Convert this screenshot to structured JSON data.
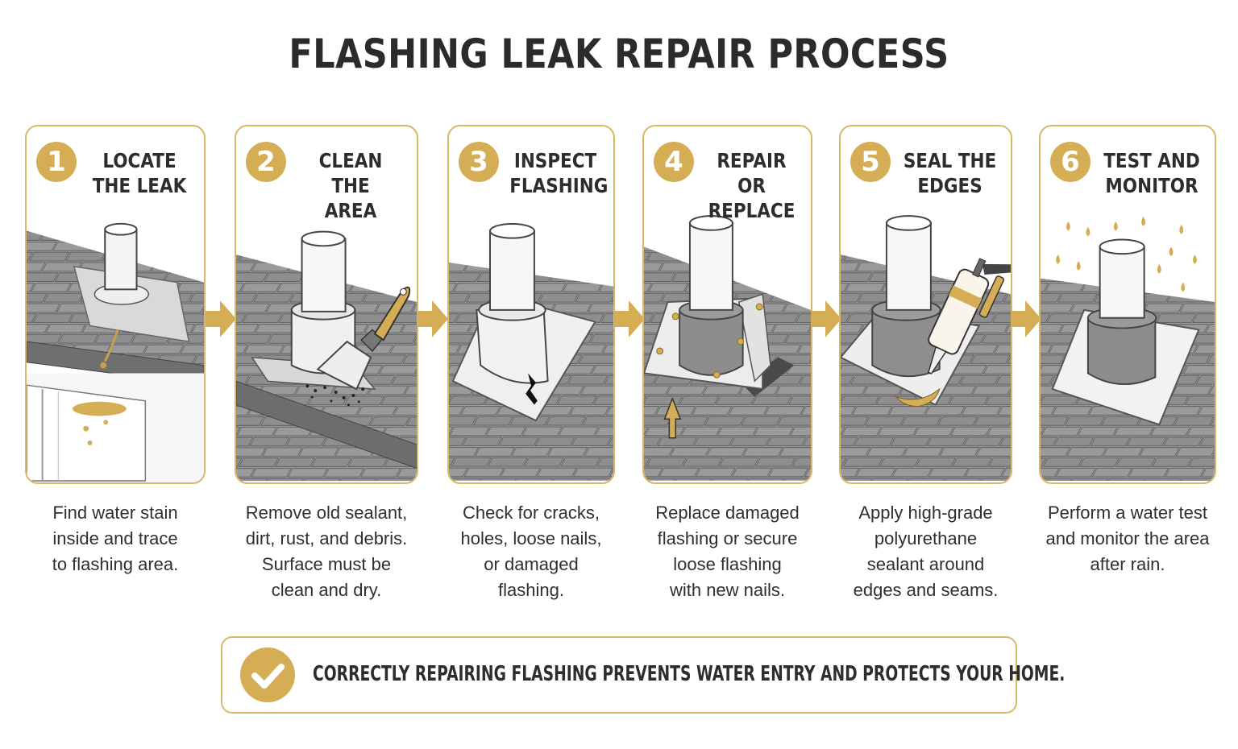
{
  "title": "FLASHING LEAK REPAIR PROCESS",
  "colors": {
    "accent": "#d5ad55",
    "border": "#d9b866",
    "roof_shingle": "#9c9c9c",
    "text": "#2d2d2d"
  },
  "steps": [
    {
      "number": "1",
      "title": "LOCATE\nTHE LEAK",
      "description": "Find water stain\ninside and trace\nto flashing area.",
      "illustration": "pipe-leak-icon"
    },
    {
      "number": "2",
      "title": "CLEAN THE\nAREA",
      "description": "Remove old sealant,\ndirt, rust, and debris.\nSurface must be\nclean and dry.",
      "illustration": "putty-knife-icon"
    },
    {
      "number": "3",
      "title": "INSPECT\nFLASHING",
      "description": "Check for cracks,\nholes, loose nails,\nor damaged\nflashing.",
      "illustration": "cracked-flashing-icon"
    },
    {
      "number": "4",
      "title": "REPAIR OR\nREPLACE",
      "description": "Replace damaged\nflashing or secure\nloose flashing\nwith new nails.",
      "illustration": "nailed-flashing-icon"
    },
    {
      "number": "5",
      "title": "SEAL THE\nEDGES",
      "description": "Apply high-grade\npolyurethane\nsealant around\nedges and seams.",
      "illustration": "caulk-gun-icon"
    },
    {
      "number": "6",
      "title": "TEST AND\nMONITOR",
      "description": "Perform a water test\nand monitor the area\nafter rain.",
      "illustration": "rain-drops-icon"
    }
  ],
  "banner": {
    "text": "CORRECTLY REPAIRING FLASHING PREVENTS WATER ENTRY AND PROTECTS YOUR HOME.",
    "icon": "checkmark-icon"
  }
}
